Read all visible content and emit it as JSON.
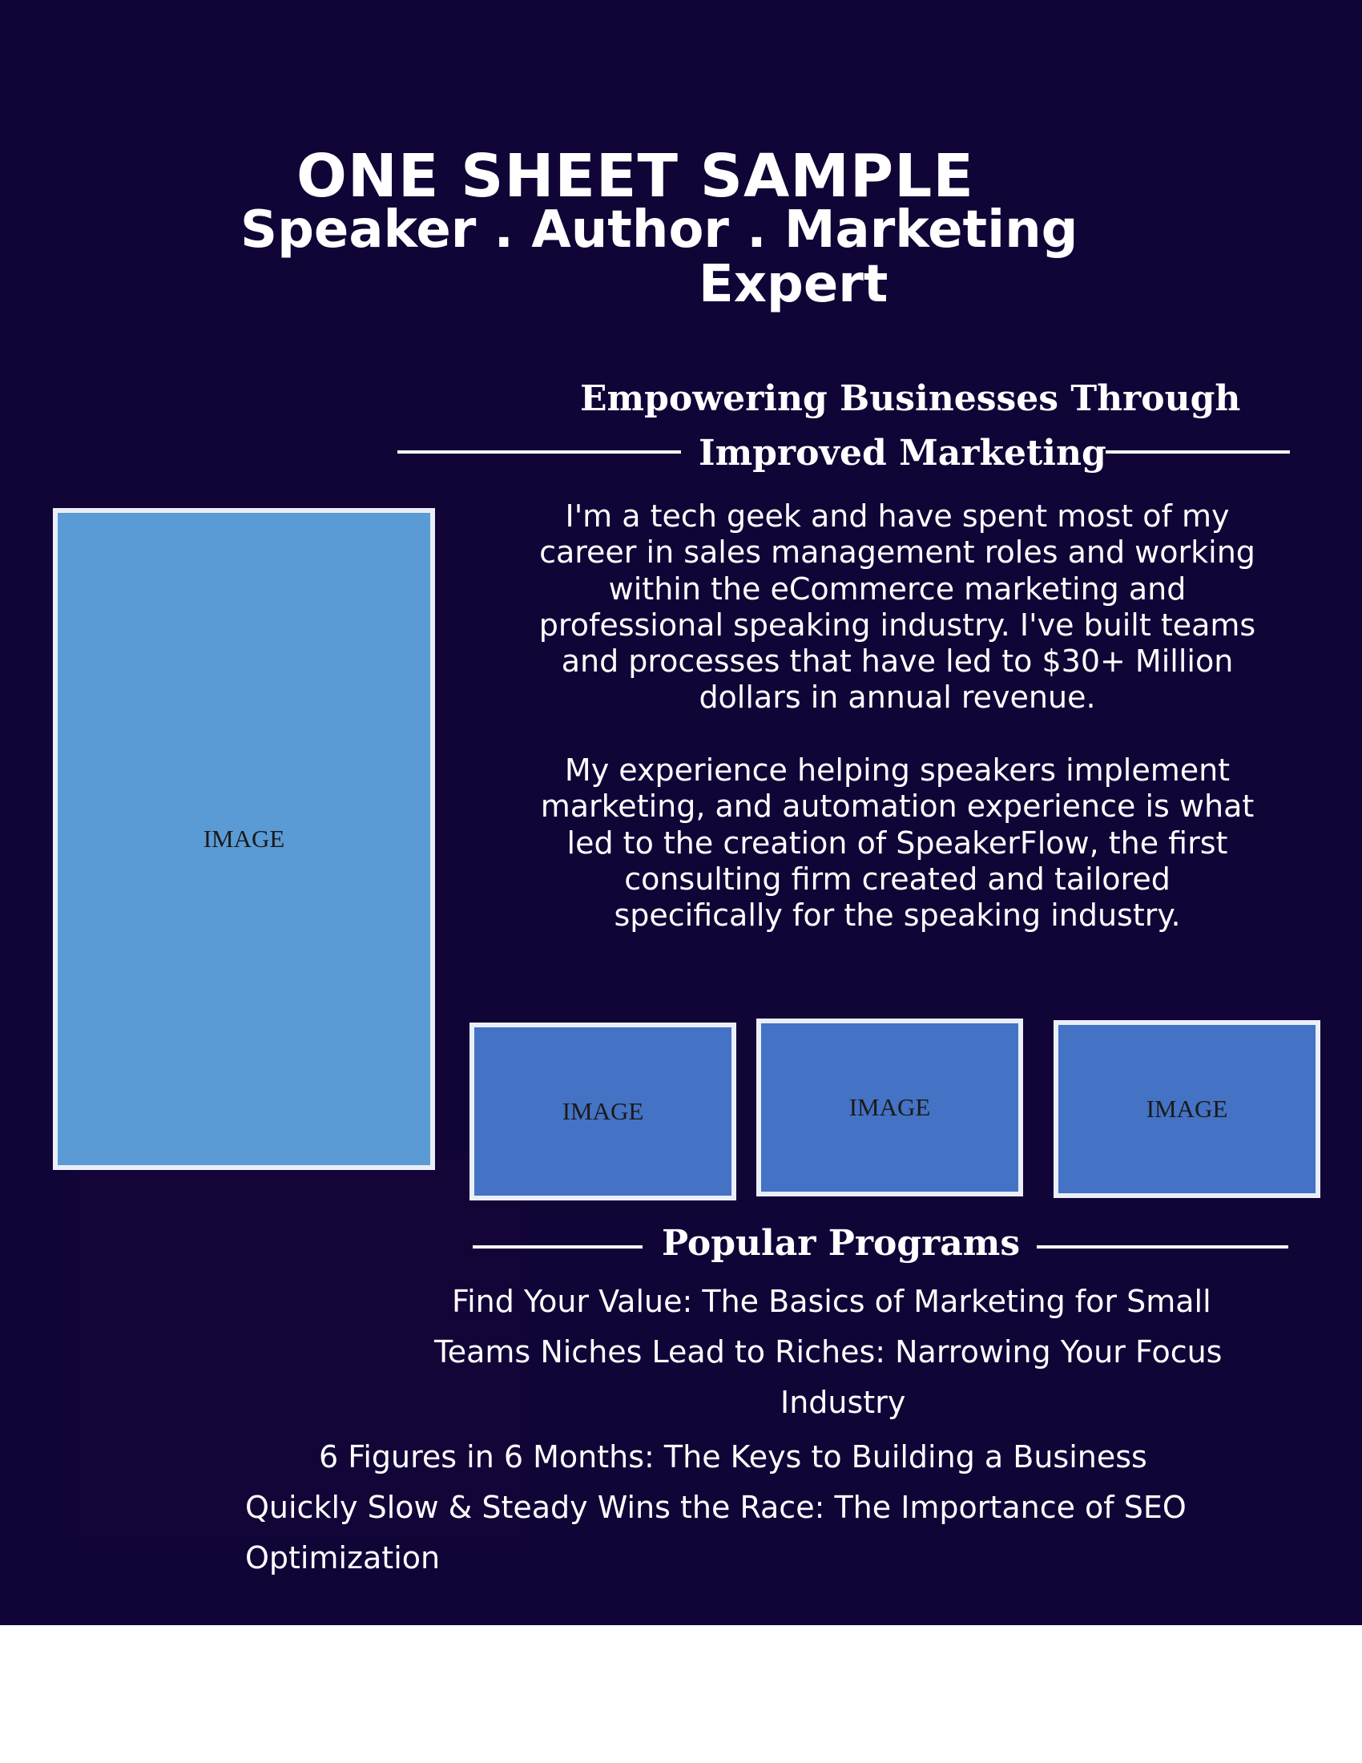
{
  "header": {
    "title": "ONE SHEET SAMPLE",
    "subtitle_line1": "Speaker . Author . Marketing",
    "subtitle_line2": "Expert"
  },
  "tagline": {
    "line1": "Empowering Businesses Through",
    "line2": "Improved Marketing"
  },
  "bio": {
    "paragraph1_lines": [
      "I'm a tech geek and have spent most of my",
      "career in sales management roles and working",
      "within the eCommerce marketing and",
      "professional speaking industry. I've built teams",
      "and processes that have led to $30+ Million",
      "dollars in annual revenue."
    ],
    "paragraph2_lines": [
      "My experience helping speakers implement",
      "marketing, and automation experience is what",
      "led to the creation of SpeakerFlow, the first",
      "consulting firm created and tailored",
      "specifically for the speaking industry."
    ]
  },
  "images": {
    "main_label": "IMAGE",
    "thumb1_label": "IMAGE",
    "thumb2_label": "IMAGE",
    "thumb3_label": "IMAGE"
  },
  "programs": {
    "heading": "Popular Programs",
    "lines": [
      "Find Your Value: The Basics of Marketing for Small",
      "Teams Niches Lead to Riches: Narrowing Your Focus",
      "Industry",
      "6 Figures in 6 Months: The Keys to Building a Business",
      "Quickly Slow & Steady Wins the Race: The Importance of SEO",
      "Optimization"
    ]
  },
  "colors": {
    "background": "#110437",
    "main_image": "#5b9bd5",
    "thumb_image": "#4472c4",
    "text": "#ffffff"
  }
}
